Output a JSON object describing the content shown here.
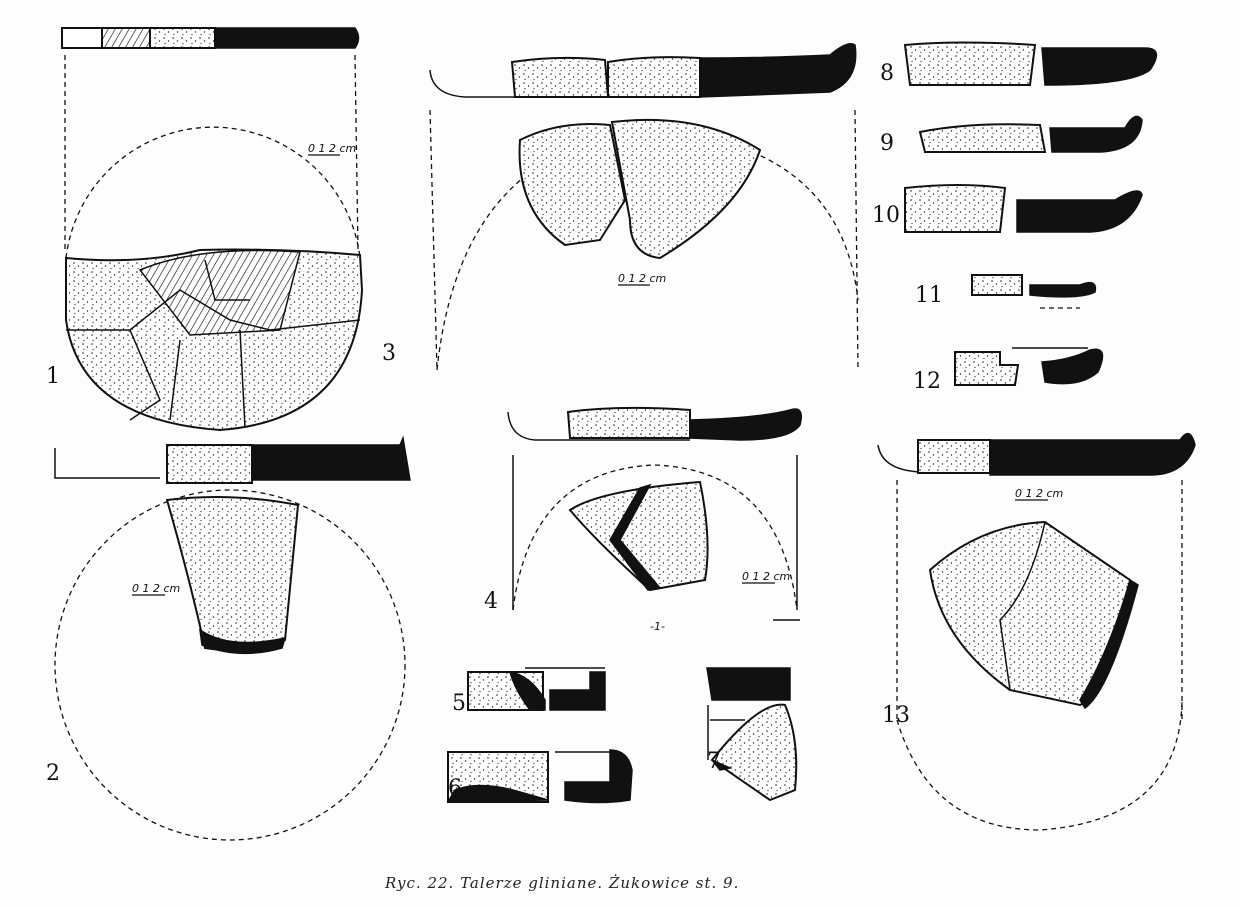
{
  "figure": {
    "caption": "Ryc. 22. Talerze gliniane. Żukowice st. 9.",
    "scale_label": "0 1 2 cm",
    "sub_label_4": "-1-",
    "item_labels": [
      "1",
      "2",
      "3",
      "4",
      "5",
      "6",
      "7",
      "8",
      "9",
      "10",
      "11",
      "12",
      "13"
    ]
  }
}
